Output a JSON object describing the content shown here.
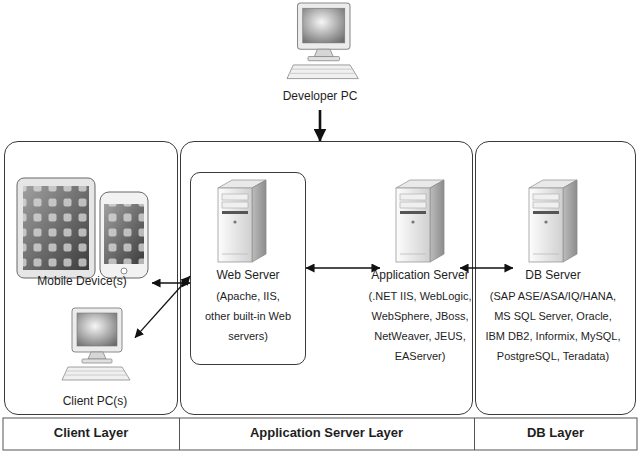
{
  "diagram": {
    "nodes": [
      {
        "text": [
          "Developer PC"
        ]
      },
      {
        "text": [
          "Client Layer"
        ]
      },
      {
        "text": [
          "Mobile Device(s)"
        ],
        "in": 1
      },
      {
        "text": [
          "Client PC(s)"
        ],
        "in": 1
      },
      {
        "text": [
          "Application Server Layer"
        ]
      },
      {
        "text": [
          "Web Server",
          "(Apache, IIS, other built-in Web servers)"
        ],
        "in": 4
      },
      {
        "text": [
          "Application Server",
          "(.NET IIS, WebLogic, WebSphere, JBoss, NetWeaver, JEUS, EAServer)"
        ],
        "in": 4
      },
      {
        "text": [
          "DB Layer"
        ]
      },
      {
        "text": [
          "DB Server",
          "(SAP ASE/ASA/IQ/HANA, MS SQL Server, Oracle, IBM DB2, Informix, MySQL, PostgreSQL, Teradata)"
        ],
        "in": 7
      }
    ],
    "edges": [
      {
        "from": 0,
        "to": 4,
        "arrow": "to"
      },
      {
        "from": 2,
        "to": 5,
        "arrow": "both"
      },
      {
        "from": 3,
        "to": 5,
        "arrow": "both"
      },
      {
        "from": 5,
        "to": 6,
        "arrow": "both"
      },
      {
        "from": 6,
        "to": 8,
        "arrow": "both"
      }
    ]
  }
}
